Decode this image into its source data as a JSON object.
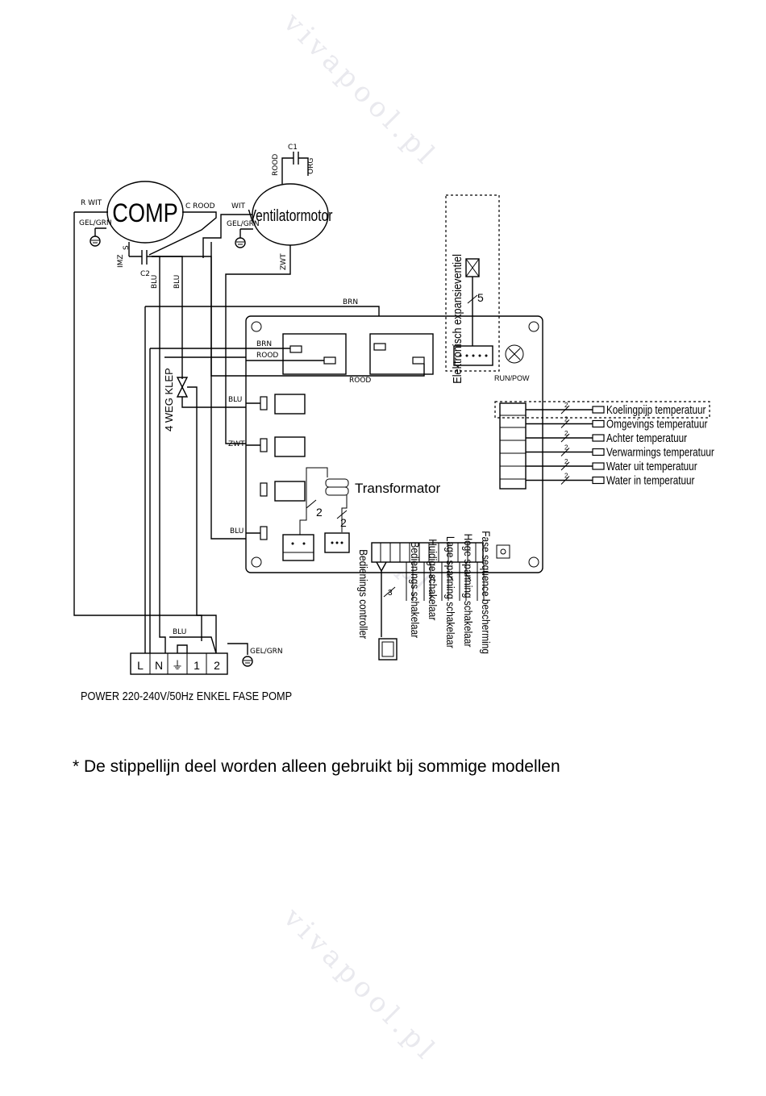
{
  "watermark": "vivapool.pl",
  "components": {
    "compressor": "COMP",
    "fan_motor": "Ventilatormotor",
    "four_way_valve": "4 WEG KLEP",
    "transformer": "Transformator",
    "expansion_valve": "Elektronisch expansieventiel",
    "run_indicator": "RUN/POW",
    "controller": "Bedienings controller"
  },
  "wire_labels": {
    "r_wit": "R WIT",
    "c_rood": "C ROOD",
    "wit": "WIT",
    "gel_grn": "GEL/GRN",
    "rood": "ROOD",
    "org": "ORG",
    "c1": "C1",
    "c2": "C2",
    "s": "S",
    "imz": "IMZ",
    "blu": "BLU",
    "zwt": "ZWT",
    "brn": "BRN"
  },
  "wire_counts": {
    "expansion": "5",
    "transformer_a": "2",
    "transformer_b": "2",
    "controller": "3",
    "sensor": "2"
  },
  "sensors": [
    "Koelingpijp temperatuur",
    "Omgevings temperatuur",
    "Achter temperatuur",
    "Verwarmings temperatuur",
    "Water uit temperatuur",
    "Water in temperatuur"
  ],
  "bottom_inputs": [
    "Bedienings schakelaar",
    "Huidige schakelaar",
    "Lage spanning schakelaar",
    "Hoge spanning schakelaar",
    "Fase sequence bescherming"
  ],
  "terminal": {
    "labels": [
      "L",
      "N",
      "1",
      "2"
    ],
    "ground": "⏚"
  },
  "power_caption": "POWER 220-240V/50Hz  ENKEL FASE POMP",
  "footnote": "* De stippellijn deel worden alleen gebruikt bij sommige modellen"
}
